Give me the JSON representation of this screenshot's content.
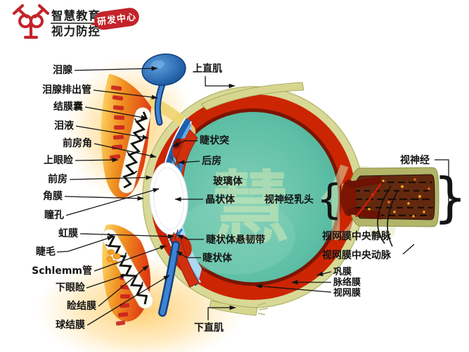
{
  "logo": {
    "title_line1": "智慧教育",
    "title_line2": "视力防控",
    "badge": "研发中心"
  },
  "watermark": {
    "char1": "慧",
    "char2": "优"
  },
  "symbols": {
    "brace_left": "{",
    "brace_right": "}"
  },
  "labels": {
    "lacrimal_gland": "泪腺",
    "lacrimal_ducts": "泪腺排出管",
    "conjunctival_sac": "结膜囊",
    "tear_fluid": "泪液",
    "anterior_chamber_angle": "前房角",
    "upper_eyelid": "上眼睑",
    "anterior_chamber": "前房",
    "cornea": "角膜",
    "pupil": "瞳孔",
    "iris": "虹膜",
    "eyelashes": "睫毛",
    "schlemm_canal": "Schlemm管",
    "lower_eyelid": "下眼睑",
    "palpebral_conjunctiva": "睑结膜",
    "bulbar_conjunctiva": "球结膜",
    "superior_rectus": "上直肌",
    "ciliary_processes": "睫状突",
    "posterior_chamber": "后房",
    "vitreous_body": "玻璃体",
    "lens": "晶状体",
    "optic_disc": "视神经乳头",
    "suspensory_ligament": "睫状体悬韧带",
    "ciliary_body": "睫状体",
    "optic_nerve": "视神经",
    "central_retinal_vein": "视网膜中央静脉",
    "central_retinal_artery": "视网膜中央动脉",
    "sclera": "巩膜",
    "choroid": "脉络膜",
    "retina": "视网膜",
    "inferior_rectus": "下直肌"
  },
  "colors": {
    "logo_red": "#c3242a",
    "sclera": "#d8d996",
    "choroid": "#cc2504",
    "retina_dark": "#7a1502",
    "vitreous": "#5ec0a6",
    "cornea_blue": "#1c5fae",
    "anterior_chamber": "#acd8f2",
    "iris_red": "#d0300e",
    "eyelid_orange": "#f09020",
    "gland_blue": "#1f6ec2",
    "nerve_brown": "#63290f",
    "nerve_sheath": "#b2b468",
    "label_text": "#141414"
  }
}
